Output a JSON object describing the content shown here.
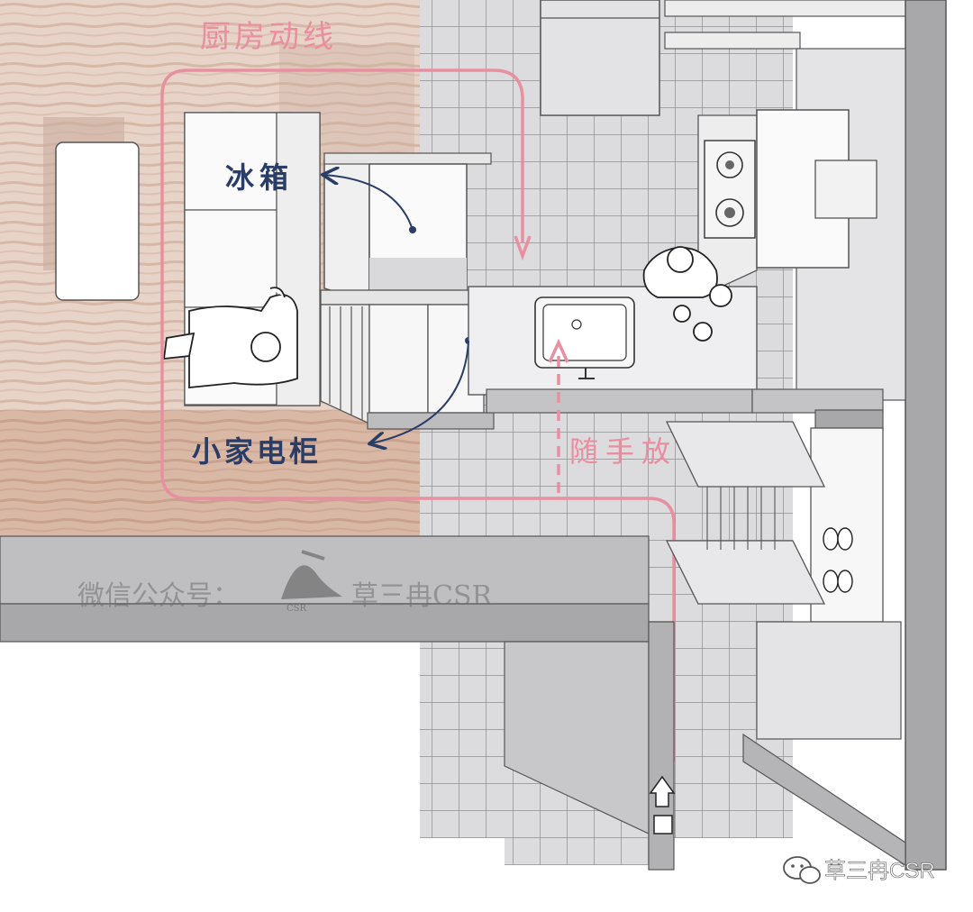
{
  "labels": {
    "flow_title": "厨房动线",
    "fridge": "冰箱",
    "appliance_cabinet": "小家电柜",
    "place_at_hand": "随手放"
  },
  "watermark": {
    "text": "微信公众号：",
    "brand": "草三冉CSR",
    "logo_text": "CSR"
  },
  "badge": {
    "text": "草三冉CSR"
  },
  "colors": {
    "flow_line": "#e88fa0",
    "annotation_ink": "#2a3d66",
    "wood_floor": "#e6cfc3",
    "wall": "#a8a8aa",
    "tile": "#d4d4d6"
  },
  "icons": [
    "wechat-icon",
    "entrance-arrow-icon",
    "gas-stove-icon",
    "sink-icon",
    "shoes-icon"
  ]
}
